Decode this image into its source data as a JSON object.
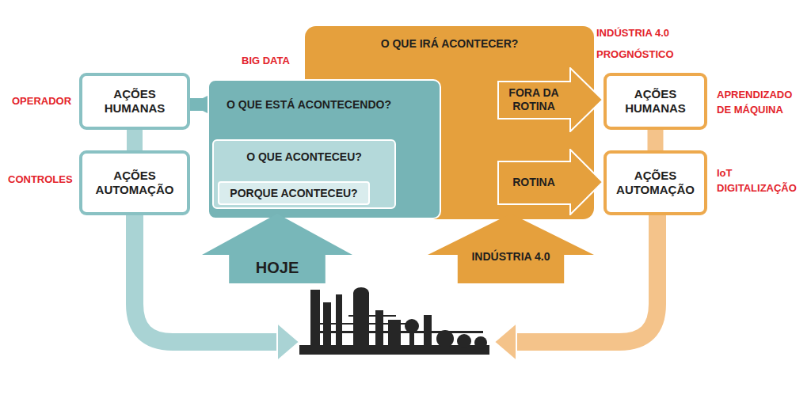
{
  "diagram": {
    "nodes": [
      {
        "text": [
          "AÇÕES HUMANAS"
        ]
      },
      {
        "text": [
          "AÇÕES AUTOMAÇÃO"
        ]
      },
      {
        "text": [
          "O QUE IRÁ ACONTECER?"
        ]
      },
      {
        "text": [
          "O QUE ESTÁ ACONTECENDO?"
        ]
      },
      {
        "text": [
          "O QUE ACONTECEU?"
        ],
        "in": 3
      },
      {
        "text": [
          "PORQUE ACONTECEU?"
        ],
        "in": 4
      },
      {
        "text": [
          "FORA DA ROTINA"
        ]
      },
      {
        "text": [
          "ROTINA"
        ]
      },
      {
        "text": [
          "AÇÕES HUMANAS"
        ]
      },
      {
        "text": [
          "AÇÕES AUTOMAÇÃO"
        ]
      },
      {
        "text": [
          "HOJE"
        ]
      },
      {
        "text": [
          "INDÚSTRIA 4.0"
        ]
      }
    ],
    "edges": [
      {
        "from": 3,
        "to": 0,
        "arrow": "to"
      },
      {
        "from": 0,
        "to": 1,
        "arrow": "none"
      },
      {
        "from": 3,
        "to": 6,
        "arrow": "to"
      },
      {
        "from": 3,
        "to": 7,
        "arrow": "to"
      },
      {
        "from": 8,
        "to": 9,
        "arrow": "none"
      }
    ],
    "labels": [
      "OPERADOR",
      "CONTROLES",
      "BIG DATA",
      "INDÚSTRIA 4.0",
      "PROGNÓSTICO",
      "APRENDIZADO DE MÁQUINA",
      "IoT DIGITALIZAÇÃO"
    ]
  }
}
